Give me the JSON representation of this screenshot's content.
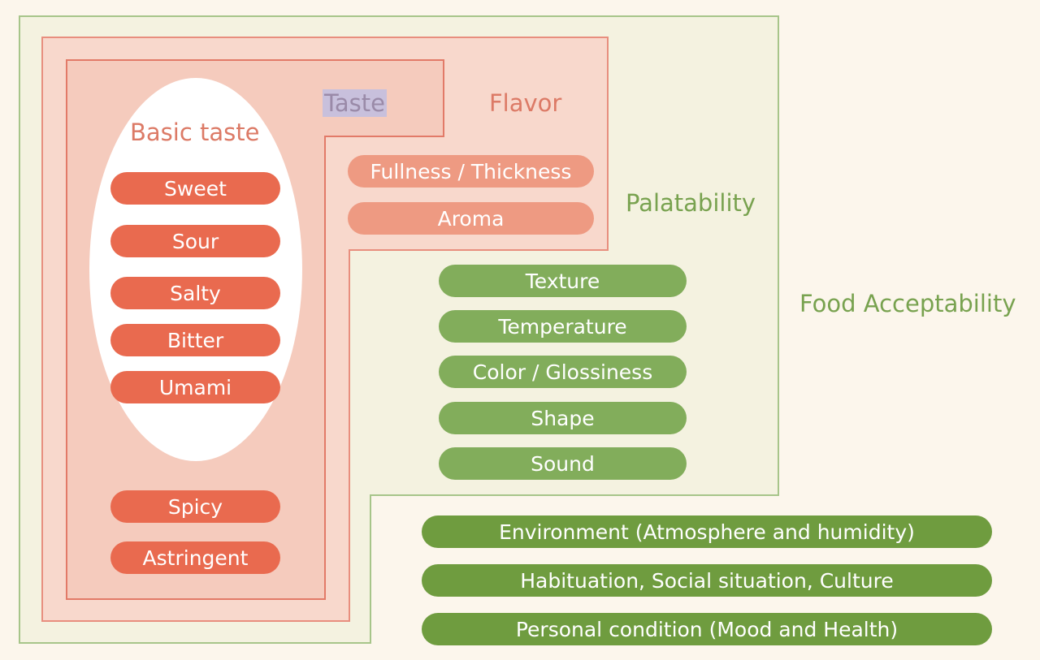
{
  "colors": {
    "page_bg": "#fcf6ec",
    "food_acceptability": "#f4f2e0",
    "palatability_region": "#f7e9dc",
    "flavor_region": "#f8d8cc",
    "taste_region": "#f5cbbd",
    "basic_taste_bg": "#ffffff",
    "taste_red": "#e96a4f",
    "flavor_salmon": "#ee9a82",
    "palatability_green": "#82ad5b",
    "acceptability_green": "#6f9c3f",
    "red_text": "#dc7a66",
    "green_text": "#78a24f"
  },
  "labels": {
    "basic_taste": "Basic taste",
    "taste": "Taste",
    "flavor": "Flavor",
    "palatability": "Palatability",
    "food_acceptability": "Food Acceptability"
  },
  "basic_tastes": [
    "Sweet",
    "Sour",
    "Salty",
    "Bitter",
    "Umami"
  ],
  "other_tastes": [
    "Spicy",
    "Astringent"
  ],
  "flavor_items": [
    "Fullness / Thickness",
    "Aroma"
  ],
  "palatability_items": [
    "Texture",
    "Temperature",
    "Color / Glossiness",
    "Shape",
    "Sound"
  ],
  "acceptability_items": [
    "Environment (Atmosphere and humidity)",
    "Habituation, Social situation, Culture",
    "Personal condition (Mood and Health)"
  ]
}
